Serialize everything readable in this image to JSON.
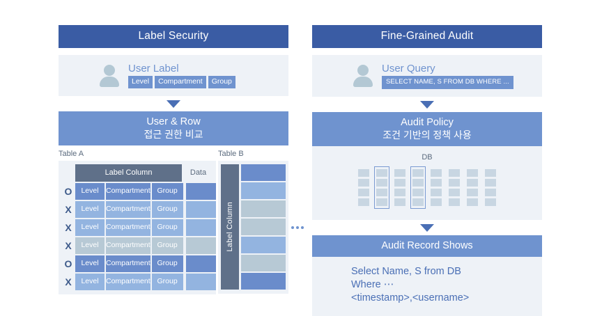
{
  "left": {
    "title": "Label Security",
    "user": {
      "icon": "user-avatar-icon",
      "title": "User Label",
      "chips": [
        "Level",
        "Compartment",
        "Group"
      ]
    },
    "stage": {
      "en": "User & Row",
      "ko": "접근 권한 비교"
    },
    "tableA": {
      "caption": "Table A",
      "header_label": "Label Column",
      "header_data": "Data",
      "rows": [
        {
          "mark": "O",
          "level": "Level",
          "compartment": "Compartment",
          "group": "Group",
          "shade": "dark"
        },
        {
          "mark": "X",
          "level": "Level",
          "compartment": "Compartment",
          "group": "Group",
          "shade": "mid"
        },
        {
          "mark": "X",
          "level": "Level",
          "compartment": "Compartment",
          "group": "Group",
          "shade": "mid"
        },
        {
          "mark": "X",
          "level": "Level",
          "compartment": "Compartment",
          "group": "Group",
          "shade": "pale"
        },
        {
          "mark": "O",
          "level": "Level",
          "compartment": "Compartment",
          "group": "Group",
          "shade": "dark"
        },
        {
          "mark": "X",
          "level": "Level",
          "compartment": "Compartment",
          "group": "Group",
          "shade": "mid"
        }
      ]
    },
    "tableB": {
      "caption": "Table B",
      "label_column": "Label Column",
      "cell_shades": [
        "dark",
        "mid",
        "pale",
        "pale",
        "mid",
        "pale",
        "dark"
      ],
      "overflow": "more-indicator"
    }
  },
  "right": {
    "title": "Fine-Grained Audit",
    "user": {
      "icon": "user-avatar-icon",
      "title": "User Query",
      "query": "SELECT NAME, S FROM DB WHERE ..."
    },
    "stage": {
      "en": "Audit Policy",
      "ko": "조건 기반의 정책 사용"
    },
    "db": {
      "label": "DB",
      "columns": 8,
      "rows": 4,
      "highlighted_columns": [
        2,
        4
      ]
    },
    "record": {
      "title": "Audit Record Shows",
      "lines": [
        "Select Name, S from DB",
        "Where ⋯",
        "<timestamp>,<username>"
      ]
    }
  },
  "colors": {
    "title_bar": "#3a5ca4",
    "sub_bar": "#6f93cf",
    "panel_bg": "#eef2f7",
    "header_grey": "#5f7089",
    "cell_dark": "#6a8ccb",
    "cell_mid": "#93b4e0",
    "cell_pale": "#b7c9d5",
    "arrow": "#4a6fb5",
    "text_blue": "#4a6fb5"
  }
}
